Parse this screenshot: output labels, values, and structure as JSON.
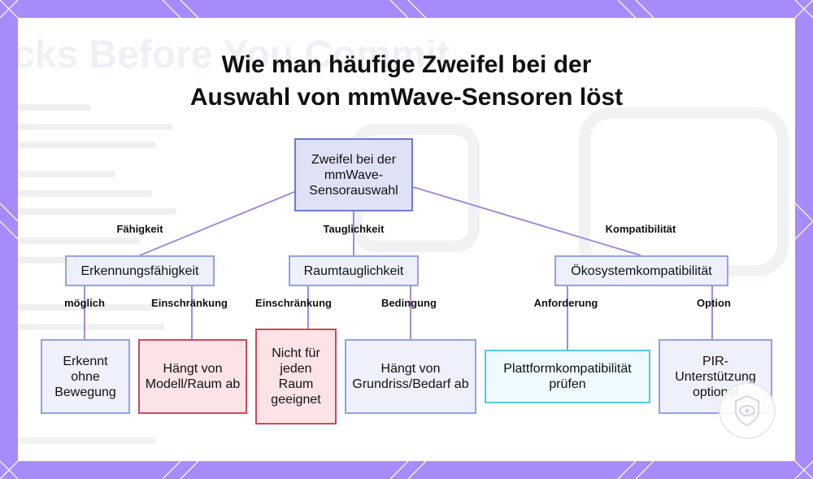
{
  "title": {
    "line1": "Wie man häufige Zweifel bei der",
    "line2": "Auswahl von mmWave-Sensoren löst"
  },
  "background_text": "cks Before You Commit",
  "nodes": {
    "root": "Zweifel bei der mmWave-Sensorauswahl",
    "erkennung": "Erkennungsfähigkeit",
    "raum": "Raumtauglichkeit",
    "oeko": "Ökosystemkompatibilität",
    "erkennt": "Erkennt ohne Bewegung",
    "haengt_modell": "Hängt von Modell/Raum ab",
    "nicht_fuer": "Nicht für jeden Raum geeignet",
    "haengt_grundriss": "Hängt von Grundriss/Bedarf ab",
    "plattform": "Plattformkompatibilität prüfen",
    "pir": "PIR-Unterstützung optional"
  },
  "edge_labels": {
    "faehigkeit": "Fähigkeit",
    "tauglichkeit": "Tauglichkeit",
    "kompatibilitaet": "Kompatibilität",
    "moeglich": "möglich",
    "einschraenkung1": "Einschränkung",
    "einschraenkung2": "Einschränkung",
    "bedingung": "Bedingung",
    "anforderung": "Anforderung",
    "option": "Option"
  },
  "colors": {
    "frame": "#a78bfa",
    "edge": "#a58ad9",
    "node_border": "#93a3de",
    "root_border": "#6d7bd0",
    "warning_border": "#c84a5c",
    "highlight_border": "#57c8e0"
  },
  "icons": {
    "badge": "eye-shield-icon"
  }
}
